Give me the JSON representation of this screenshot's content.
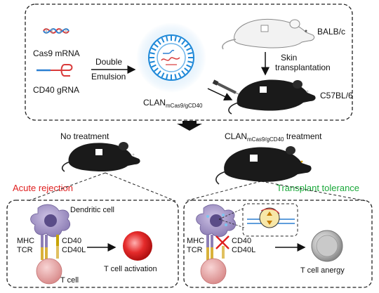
{
  "top_panel": {
    "cas9_label": "Cas9 mRNA",
    "gRNA_label": "CD40 gRNA",
    "process_line1": "Double",
    "process_line2": "Emulsion",
    "nanoparticle_main": "CLAN",
    "nanoparticle_sub": "mCas9/gCD40",
    "donor_mouse": "BALB/c",
    "transplant_line1": "Skin",
    "transplant_line2": "transplantation",
    "recipient_mouse": "C57BL/6"
  },
  "left_branch": {
    "heading": "No treatment",
    "outcome": "Acute rejection",
    "outcome_color": "#e02020",
    "cell_title": "Dendritic cell",
    "mhc": "MHC",
    "tcr": "TCR",
    "cd40": "CD40",
    "cd40l": "CD40L",
    "t_cell": "T cell",
    "result": "T cell activation"
  },
  "right_branch": {
    "heading_main": "CLAN",
    "heading_sub": "mCas9/gCD40",
    "heading_suffix": " treatment",
    "outcome": "Transplant tolerance",
    "outcome_color": "#1aa83a",
    "mhc": "MHC",
    "tcr": "TCR",
    "cd40": "CD40",
    "cd40l": "CD40L",
    "result": "T cell anergy"
  },
  "colors": {
    "dendritic": "#a89bc8",
    "t_cell": "#e9a2a2",
    "activated": "#e52b2b",
    "anergic": "#9a9a9a",
    "nanoparticle_ring": "#1e88d8",
    "mouse_black": "#1a1a1a",
    "mouse_white": "#f2f2f2"
  }
}
